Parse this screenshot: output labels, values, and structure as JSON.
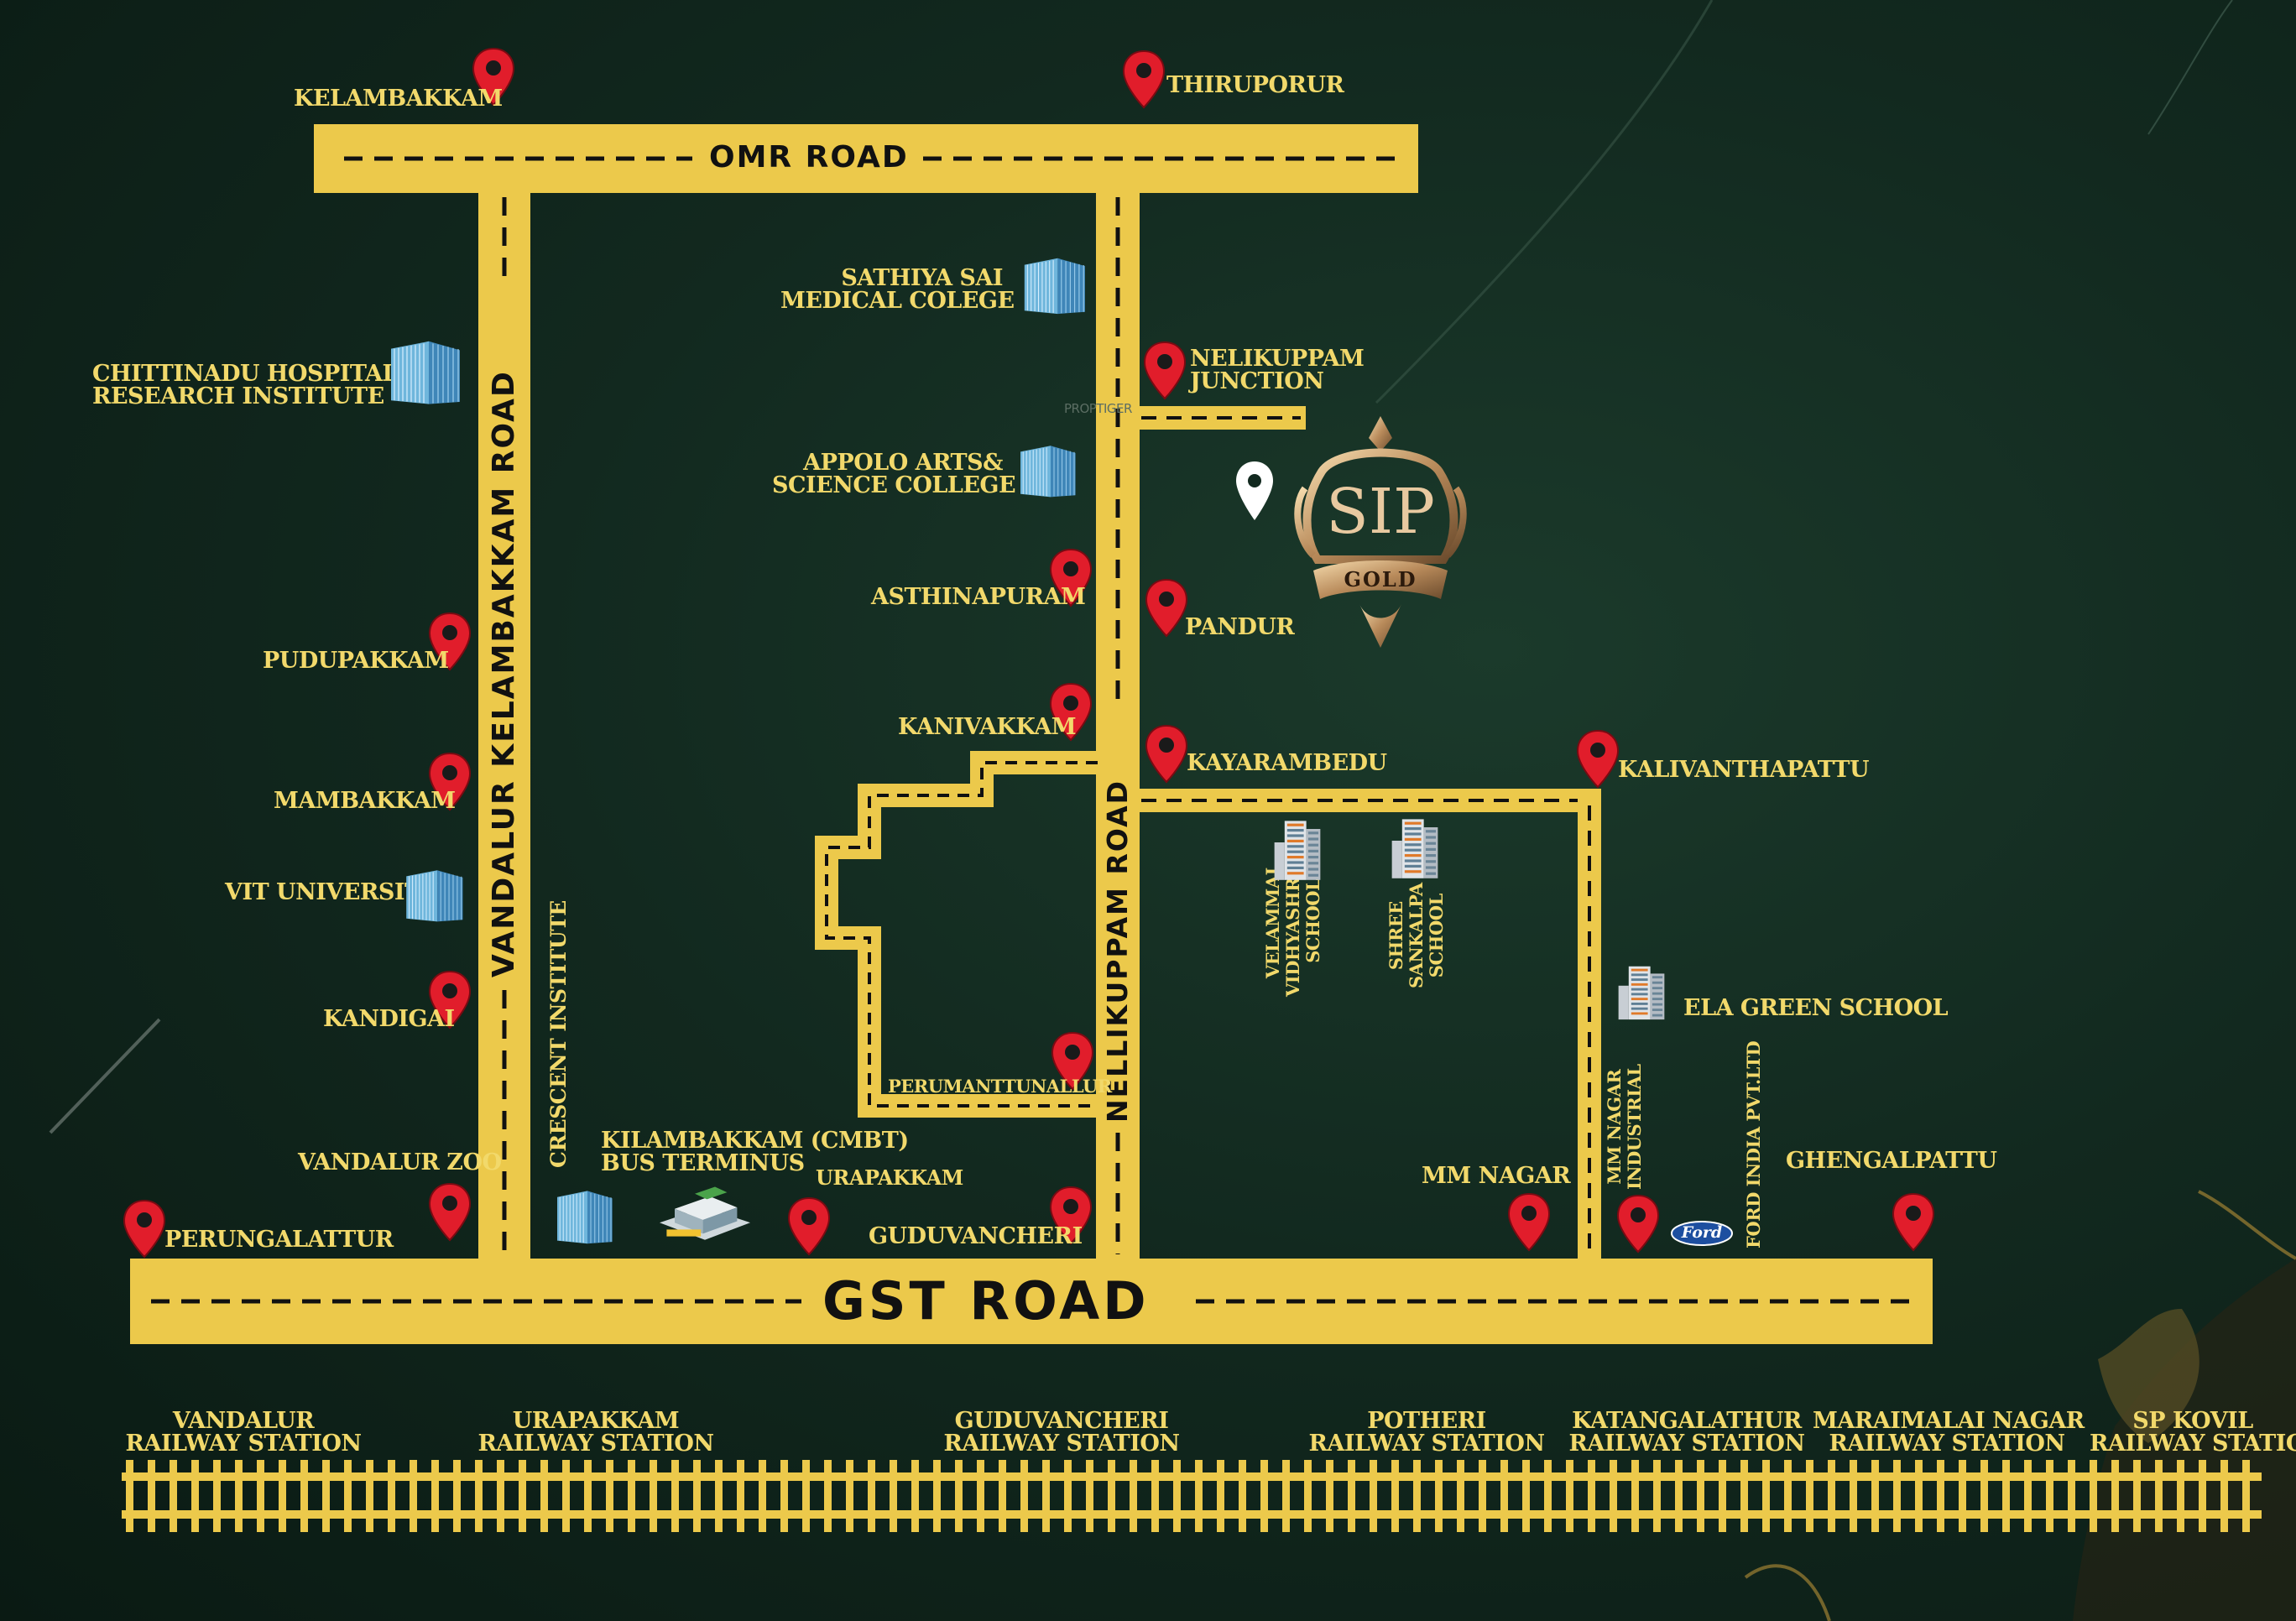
{
  "colors": {
    "road": "#ecc94b",
    "dash": "#111111",
    "label": "#f2d96b",
    "pin": "#e11d2b",
    "background": "#12291f"
  },
  "roads": {
    "omr": "OMR ROAD",
    "gst": "GST ROAD",
    "vandalur_kelambakkam": "VANDALUR KELAMBAKKAM ROAD",
    "nellikuppam": "NELLIKUPPAM ROAD"
  },
  "logo": {
    "name": "SIP",
    "subtitle": "GOLD"
  },
  "watermark": "PROPTIGER",
  "places": {
    "kelambakkam": "KELAMBAKKAM",
    "thiruporur": "THIRUPORUR",
    "nelikuppam_junction": [
      "NELIKUPPAM",
      "JUNCTION"
    ],
    "pandur": "PANDUR",
    "kayarambedu": "KAYARAMBEDU",
    "kalivanthapattu": "KALIVANTHAPATTU",
    "asthinapuram": "ASTHINAPURAM",
    "kanivakkam": "KANIVAKKAM",
    "perumanttunallur": "PERUMANTTUNALLUR",
    "pudupakkam": "PUDUPAKKAM",
    "mambakkam": "MAMBAKKAM",
    "kandigai": "KANDIGAI",
    "vandalur_zoo": "VANDALUR ZOO",
    "perungalattur": "PERUNGALATTUR",
    "urapakkam": "URAPAKKAM",
    "guduvancheri": "GUDUVANCHERI",
    "mm_nagar": "MM NAGAR",
    "ghengalpattu": "GHENGALPATTU"
  },
  "landmarks": {
    "sathiya_sai": [
      "SATHIYA SAI",
      "MEDICAL COLEGE"
    ],
    "chittinadu": [
      "CHITTINADU HOSPITAL",
      "RESEARCH INSTITUTE"
    ],
    "appolo": [
      "APPOLO ARTS&",
      "SCIENCE COLLEGE"
    ],
    "vit": "VIT UNIVERSITY",
    "crescent": "CRESCENT INSTITUTE",
    "kilambakkam": [
      "KILAMBAKKAM (CMBT)",
      "BUS TERMINUS"
    ],
    "velammal": [
      "VELAMMAL",
      "VIDHYASHRAM",
      "SCHOOL"
    ],
    "shree_sankalpa": [
      "SHREE",
      "SANKALPA",
      "SCHOOL"
    ],
    "ela_green": "ELA GREEN SCHOOL",
    "mm_nagar_industrial": [
      "MM NAGAR",
      "INDUSTRIAL"
    ],
    "ford_india": "FORD INDIA PVT.LTD",
    "ford_logo": "Ford"
  },
  "stations": [
    [
      "VANDALUR",
      "RAILWAY STATION"
    ],
    [
      "URAPAKKAM",
      "RAILWAY STATION"
    ],
    [
      "GUDUVANCHERI",
      "RAILWAY STATION"
    ],
    [
      "POTHERI",
      "RAILWAY STATION"
    ],
    [
      "KATANGALATHUR",
      "RAILWAY STATION"
    ],
    [
      "MARAIMALAI NAGAR",
      "RAILWAY STATION"
    ],
    [
      "SP KOVIL",
      "RAILWAY STATION"
    ]
  ]
}
